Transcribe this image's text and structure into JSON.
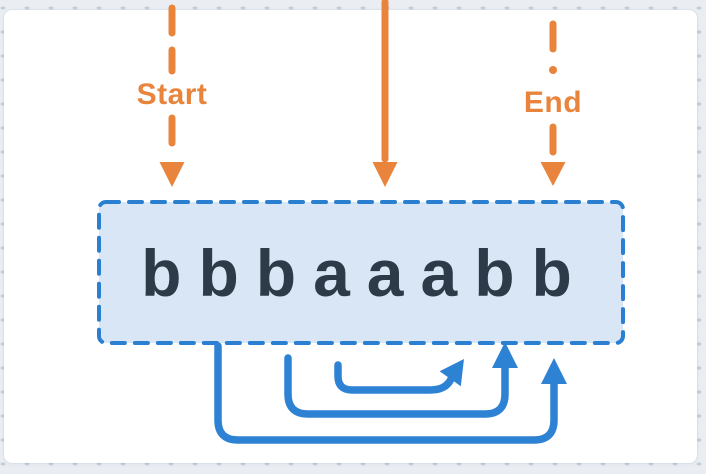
{
  "colors": {
    "page-bg": "#eaeef3",
    "dot": "#c5cdd8",
    "canvas-bg": "#ffffff",
    "orange": "#e8843c",
    "blue": "#2e82d4",
    "box-fill": "#d9e6f6",
    "box-border": "#2b7fd0",
    "text": "#2d3b49"
  },
  "canvas": {
    "pointers": {
      "start": {
        "label": "Start"
      },
      "end": {
        "label": "End"
      }
    },
    "array": {
      "value": "bbbaaabb"
    }
  }
}
